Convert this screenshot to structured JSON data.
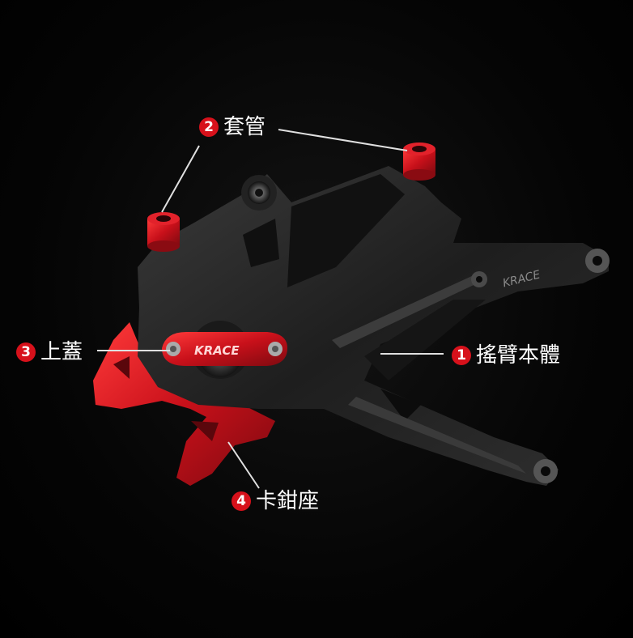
{
  "callouts": [
    {
      "number": "1",
      "label": "搖臂本體"
    },
    {
      "number": "2",
      "label": "套管"
    },
    {
      "number": "3",
      "label": "上蓋"
    },
    {
      "number": "4",
      "label": "卡鉗座"
    }
  ],
  "brand": {
    "logo_text": "KRACE"
  },
  "colors": {
    "background": "#000000",
    "accent_red": "#d7111b",
    "body_black": "#2a2a2a",
    "leader_line": "#e0e0e0"
  }
}
